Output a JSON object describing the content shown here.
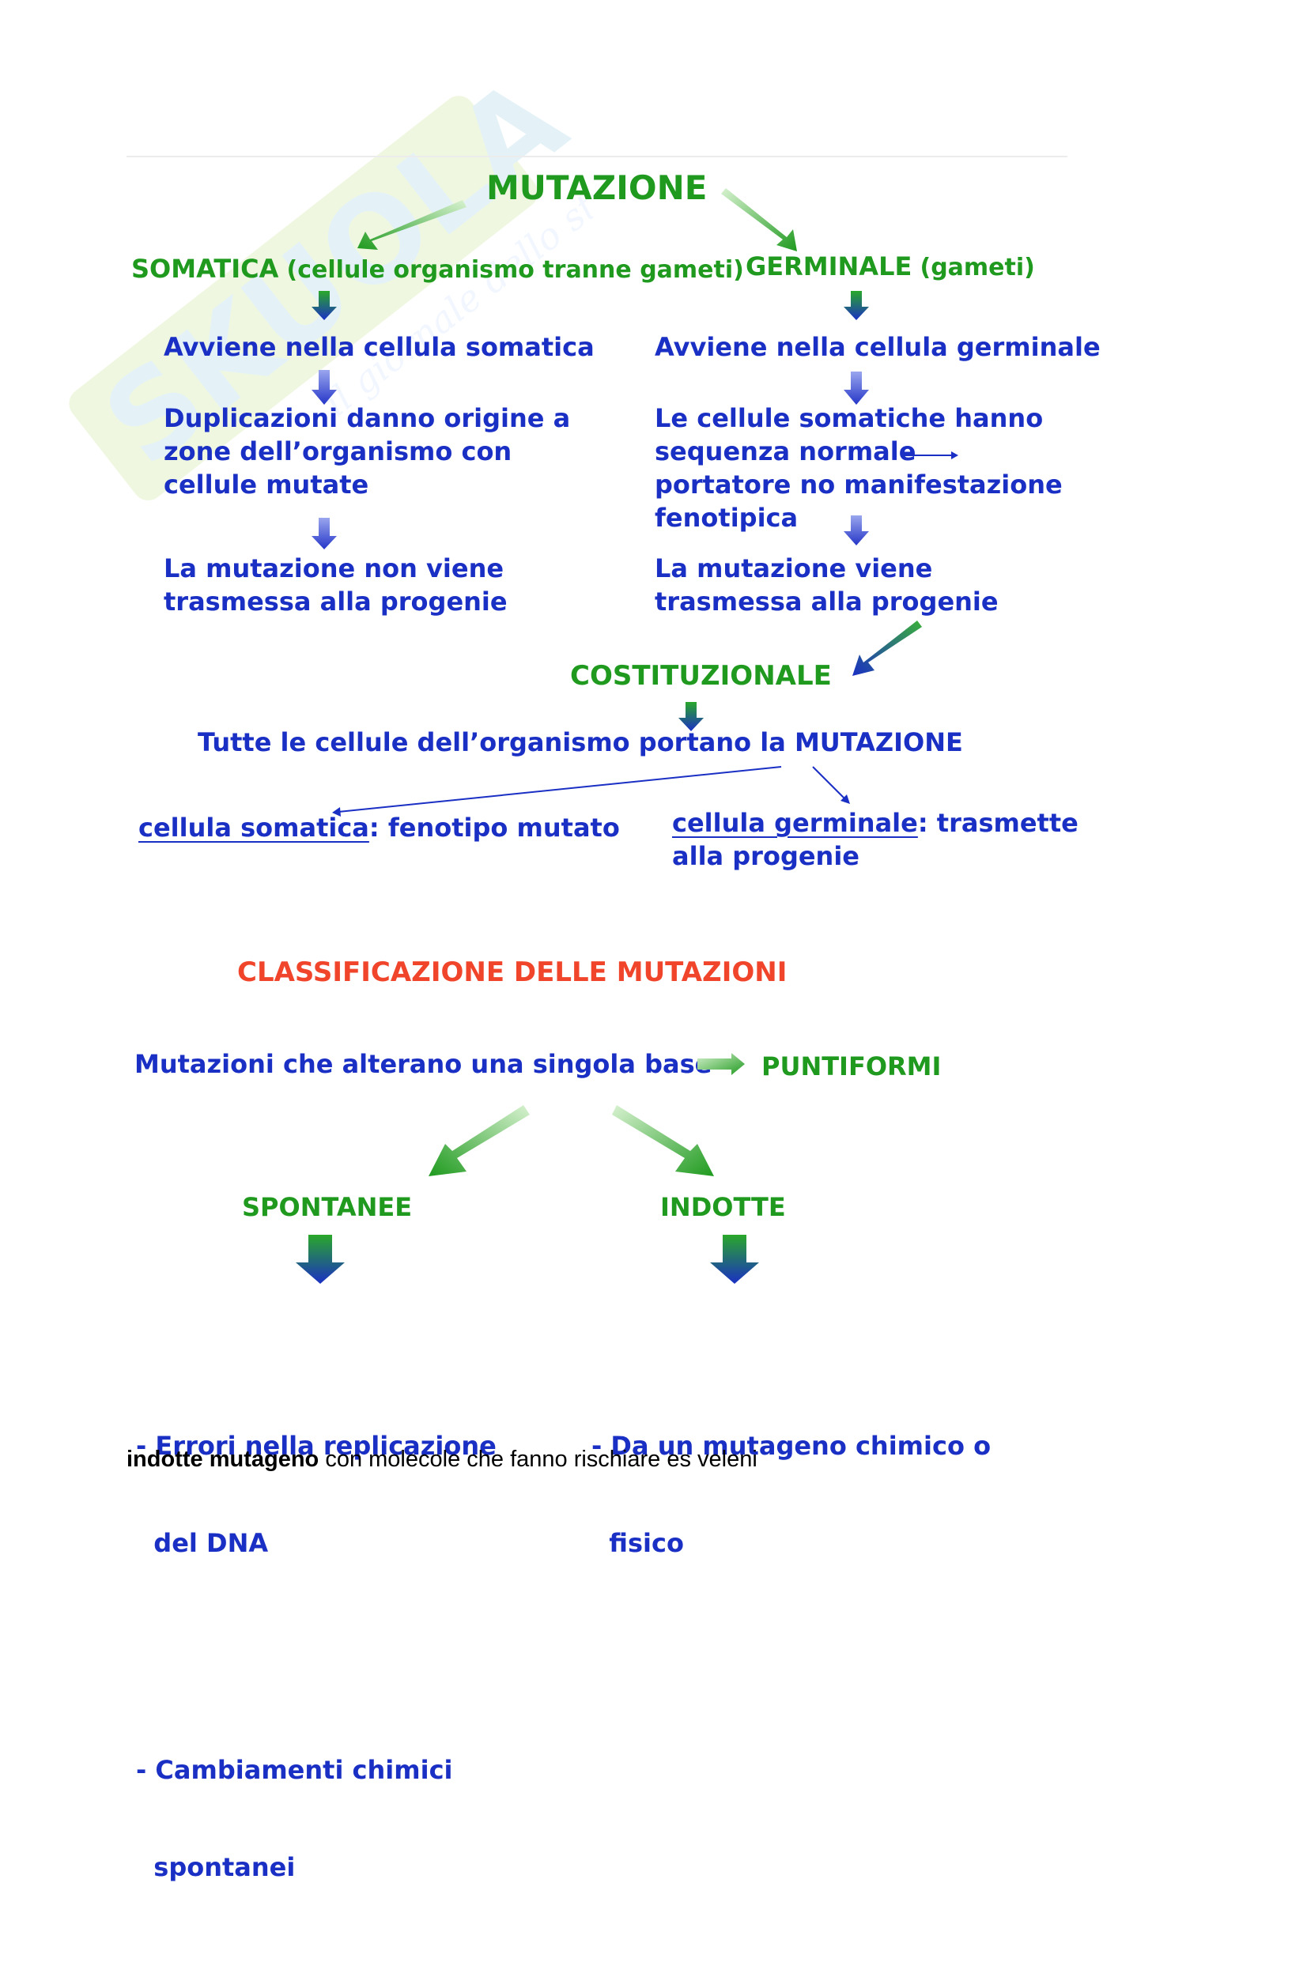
{
  "diagram1": {
    "title": "MUTAZIONE",
    "somatica": {
      "label": "SOMATICA",
      "note": "(cellule organismo tranne gameti)",
      "step1": "Avviene nella cellula somatica",
      "step2_lines": [
        "Duplicazioni danno origine a",
        "zone dell’organismo con",
        "cellule mutate"
      ],
      "step3_lines": [
        "La mutazione non viene",
        "trasmessa alla progenie"
      ]
    },
    "germinale": {
      "label": "GERMINALE",
      "note": "(gameti)",
      "step1": "Avviene nella cellula germinale",
      "step2_lines": [
        "Le cellule somatiche hanno",
        "sequenza normale",
        "portatore no manifestazione",
        "fenotipica"
      ],
      "step3_lines": [
        "La mutazione viene",
        "trasmessa alla progenie"
      ]
    },
    "costituzionale": {
      "label": "COSTITUZIONALE",
      "desc": "Tutte le cellule dell’organismo portano la MUTAZIONE",
      "left_term": "cellula somatica",
      "left_rest": ": fenotipo mutato",
      "right_term": "cellula germinale",
      "right_rest": ": trasmette",
      "right_line2": "alla progenie"
    }
  },
  "diagram2": {
    "title": "CLASSIFICAZIONE DELLE MUTAZIONI",
    "definition": "Mutazioni che alterano una singola base",
    "result": "PUNTIFORMI",
    "spontanee": {
      "label": "SPONTANEE",
      "items": [
        {
          "lines": [
            "- Errori nella replicazione",
            "  del DNA"
          ]
        },
        {
          "lines": [
            "- Cambiamenti chimici",
            "  spontanei"
          ]
        }
      ]
    },
    "indotte": {
      "label": "INDOTTE",
      "items": [
        {
          "lines": [
            "- Da un mutageno chimico o",
            "  fisico"
          ]
        }
      ]
    }
  },
  "footer": {
    "bold": "indotte mutageno",
    "rest": " con molecole che fanno rischiare es veleni"
  },
  "watermark": {
    "brand": "SKUOLA.net",
    "tagline": "il giornale dello studente"
  },
  "colors": {
    "green": "#1f9a1f",
    "blue": "#1a2fc4",
    "red": "#f0452a",
    "watermark": "#e7f5cc"
  }
}
